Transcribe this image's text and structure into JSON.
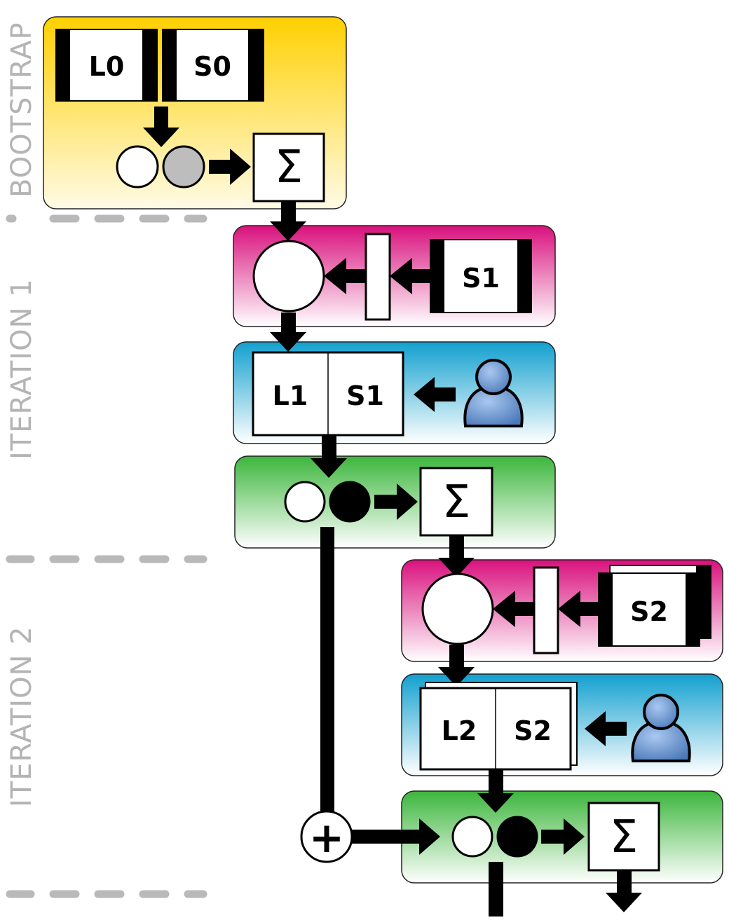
{
  "sections": {
    "bootstrap": "BOOTSTRAP",
    "iteration1": "ITERATION 1",
    "iteration2": "ITERATION 2"
  },
  "labels": {
    "l0": "L0",
    "s0": "S0",
    "s1_input": "S1",
    "l1": "L1",
    "s1": "S1",
    "s2_input": "S2",
    "l2": "L2",
    "s2": "S2",
    "sum": "Σ",
    "plus": "+"
  },
  "colors": {
    "bootstrap_top": "#ffd000",
    "bootstrap_bottom": "#fffbe6",
    "magenta_top": "#d9117d",
    "magenta_bottom": "#ffffff",
    "blue_top": "#12a0cf",
    "blue_bottom": "#ffffff",
    "green_top": "#3cb63c",
    "green_bottom": "#ffffff",
    "separator": "#b9b9b9",
    "section_label": "#b4b4b4",
    "person": "#6f9dd6"
  },
  "icons": {
    "person": "user-icon",
    "sum": "sigma-icon",
    "plus": "plus-circle-icon"
  }
}
